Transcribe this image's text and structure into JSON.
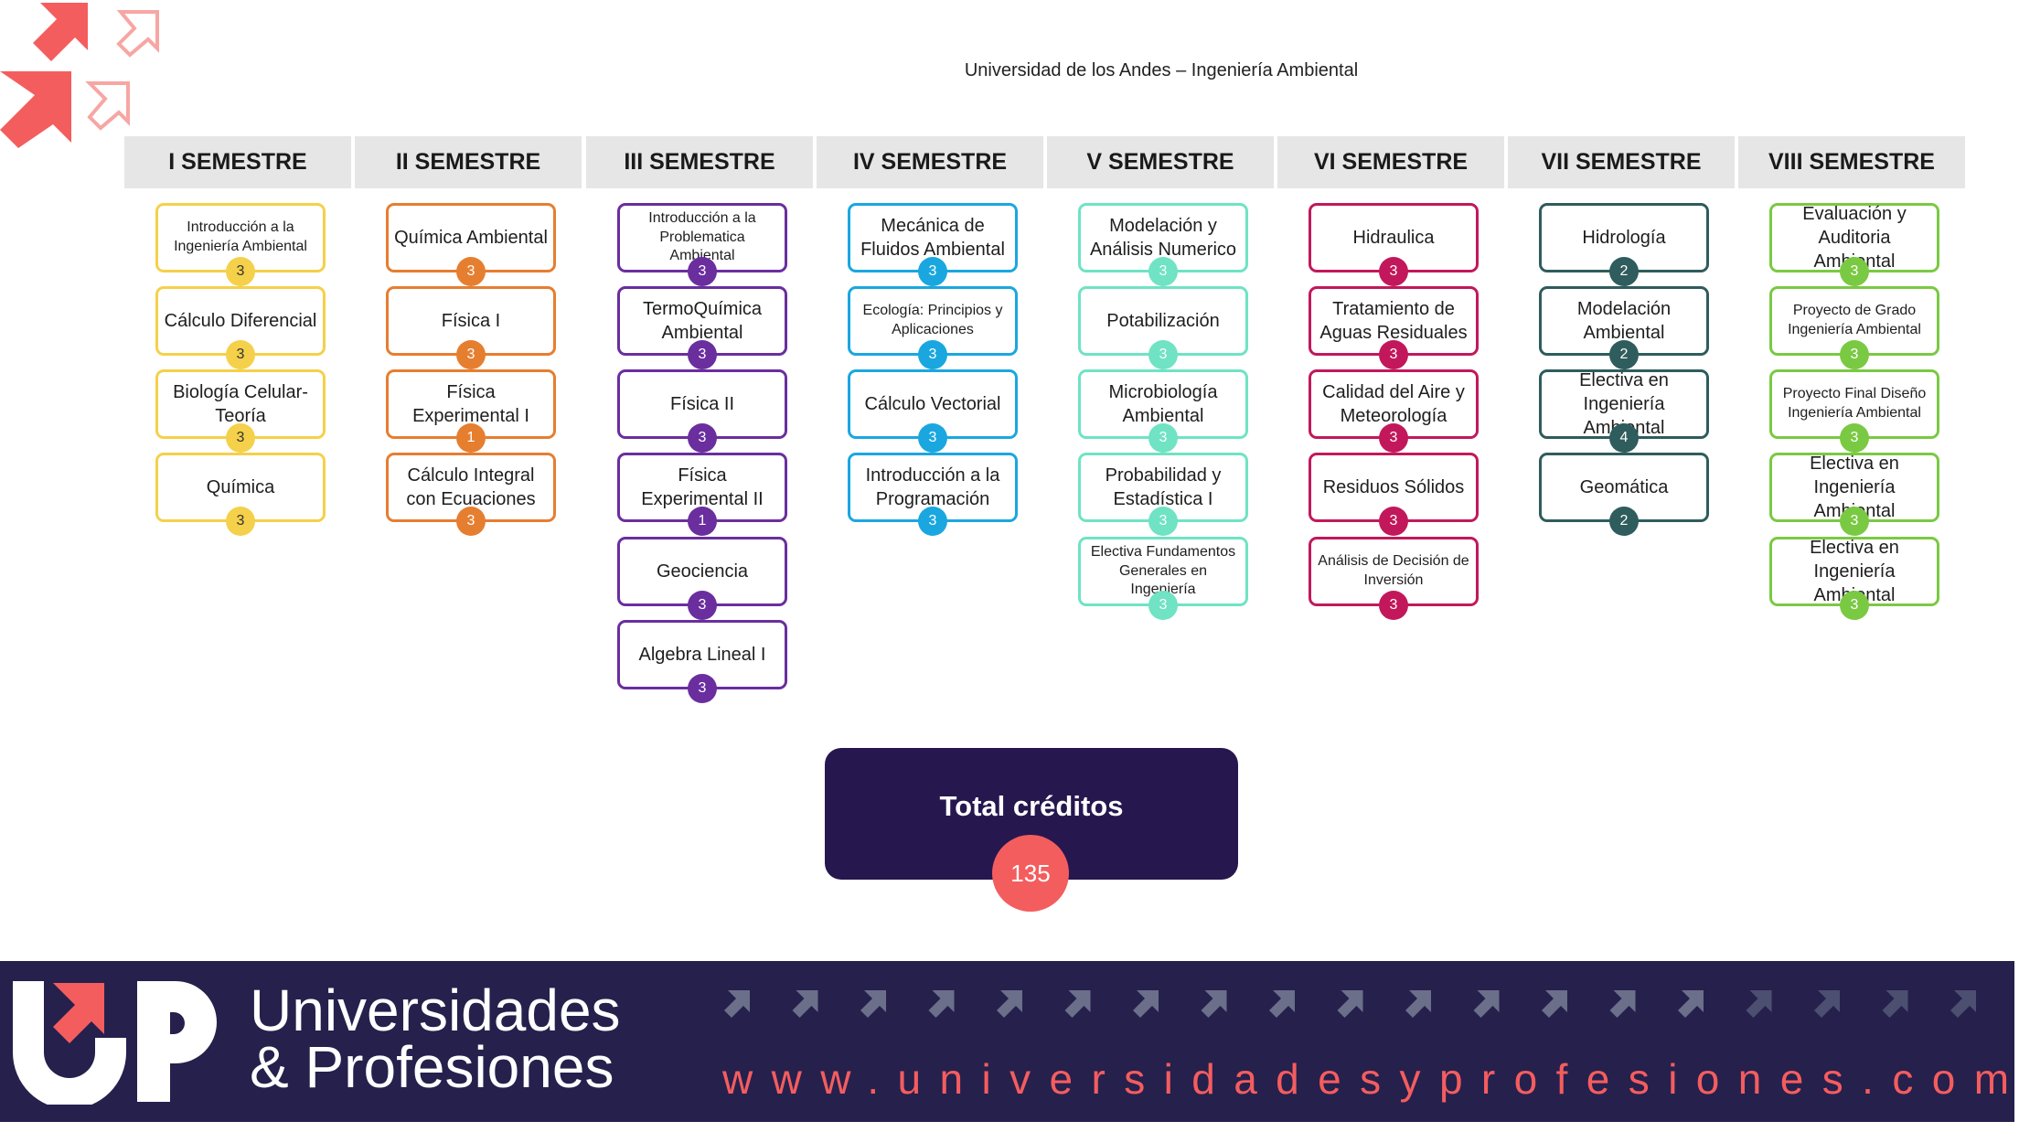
{
  "title": "Universidad de los Andes – Ingeniería Ambiental",
  "colors": {
    "accent": "#f45d5e",
    "dark": "#26174f",
    "footer": "#26204d",
    "header_bg": "#e6e6e6"
  },
  "semesters": [
    {
      "name": "I SEMESTRE",
      "color": "#f5d04a",
      "courses": [
        {
          "name": "Introducción a la Ingeniería Ambiental",
          "credits": "3"
        },
        {
          "name": "Cálculo Diferencial",
          "credits": "3"
        },
        {
          "name": "Biología Celular-Teoría",
          "credits": "3"
        },
        {
          "name": "Química",
          "credits": "3"
        }
      ]
    },
    {
      "name": "II SEMESTRE",
      "color": "#e67e30",
      "courses": [
        {
          "name": "Química Ambiental",
          "credits": "3"
        },
        {
          "name": "Física I",
          "credits": "3"
        },
        {
          "name": "Física Experimental I",
          "credits": "1"
        },
        {
          "name": "Cálculo Integral con Ecuaciones",
          "credits": "3"
        }
      ]
    },
    {
      "name": "III SEMESTRE",
      "color": "#6a2e9e",
      "courses": [
        {
          "name": "Introducción a la Problematica Ambiental",
          "credits": "3"
        },
        {
          "name": "TermoQuímica Ambiental",
          "credits": "3"
        },
        {
          "name": "Física II",
          "credits": "3"
        },
        {
          "name": "Física Experimental II",
          "credits": "1"
        },
        {
          "name": "Geociencia",
          "credits": "3"
        },
        {
          "name": "Algebra Lineal I",
          "credits": "3"
        }
      ]
    },
    {
      "name": "IV SEMESTRE",
      "color": "#1aa7e0",
      "courses": [
        {
          "name": "Mecánica de Fluidos Ambiental",
          "credits": "3"
        },
        {
          "name": "Ecología: Principios y Aplicaciones",
          "credits": "3"
        },
        {
          "name": "Cálculo Vectorial",
          "credits": "3"
        },
        {
          "name": "Introducción a la Programación",
          "credits": "3"
        }
      ]
    },
    {
      "name": "V SEMESTRE",
      "color": "#6fe3c4",
      "courses": [
        {
          "name": "Modelación y Análisis Numerico",
          "credits": "3"
        },
        {
          "name": "Potabilización",
          "credits": "3"
        },
        {
          "name": "Microbiología Ambiental",
          "credits": "3"
        },
        {
          "name": "Probabilidad y Estadística I",
          "credits": "3"
        },
        {
          "name": "Electiva Fundamentos Generales en Ingeniería",
          "credits": "3"
        }
      ]
    },
    {
      "name": "VI SEMESTRE",
      "color": "#c2185b",
      "courses": [
        {
          "name": "Hidraulica",
          "credits": "3"
        },
        {
          "name": "Tratamiento de Aguas Residuales",
          "credits": "3"
        },
        {
          "name": "Calidad del Aire y Meteorología",
          "credits": "3"
        },
        {
          "name": "Residuos Sólidos",
          "credits": "3"
        },
        {
          "name": "Análisis de Decisión de Inversión",
          "credits": "3"
        }
      ]
    },
    {
      "name": "VII SEMESTRE",
      "color": "#2f5c5c",
      "courses": [
        {
          "name": "Hidrología",
          "credits": "2"
        },
        {
          "name": "Modelación Ambiental",
          "credits": "2"
        },
        {
          "name": "Electiva en Ingeniería Ambiental",
          "credits": "4"
        },
        {
          "name": "Geomática",
          "credits": "2"
        }
      ]
    },
    {
      "name": "VIII SEMESTRE",
      "color": "#7ac943",
      "courses": [
        {
          "name": "Evaluación y Auditoria Ambiental",
          "credits": "3"
        },
        {
          "name": "Proyecto de Grado Ingeniería Ambiental",
          "credits": "3"
        },
        {
          "name": "Proyecto Final Diseño Ingeniería Ambiental",
          "credits": "3"
        },
        {
          "name": "Electiva en Ingeniería Ambiental",
          "credits": "3"
        },
        {
          "name": "Electiva en Ingeniería Ambiental",
          "credits": "3"
        }
      ]
    }
  ],
  "total": {
    "label": "Total créditos",
    "value": "135"
  },
  "footer": {
    "brand": "Universidades\n& Profesiones",
    "website": "www.universidadesyprofesiones.com"
  }
}
